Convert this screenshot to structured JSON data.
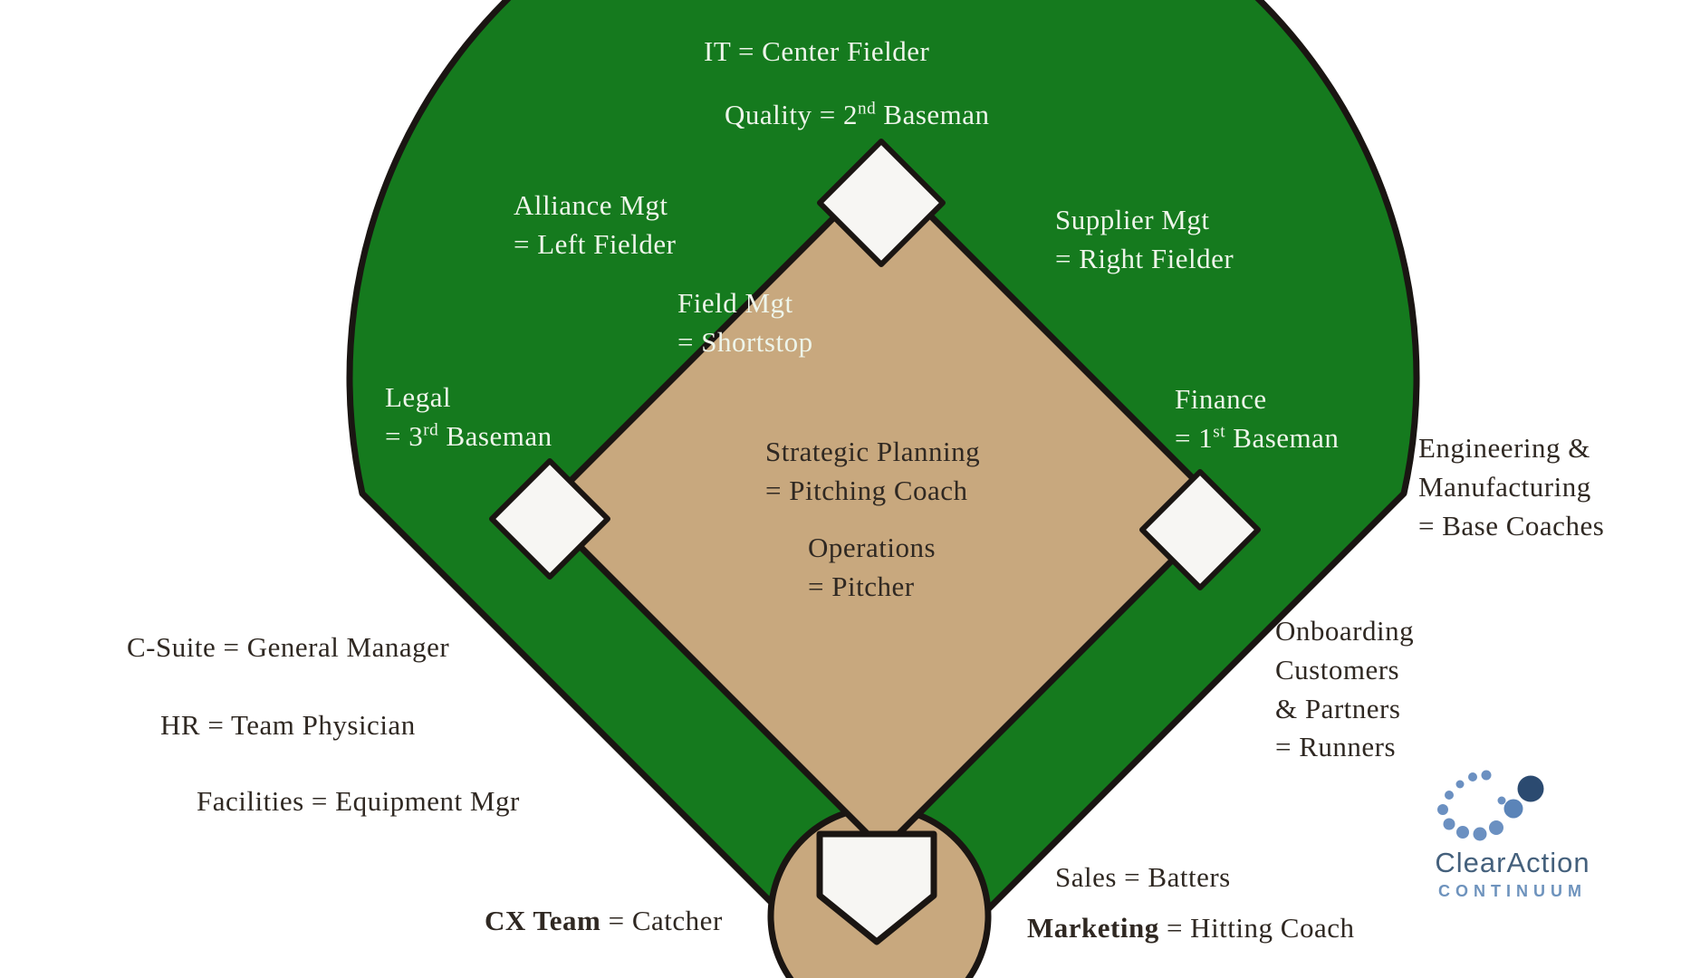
{
  "colors": {
    "grass": "#157a1e",
    "dirt": "#c8a87e",
    "base_white": "#f7f6f3",
    "outline": "#1a1512",
    "label_light": "#eef5ea",
    "label_dark": "#2f2822",
    "logo_navy": "#2b4a70",
    "logo_mid_blue": "#5b84b8",
    "logo_light_blue": "#6b90c1",
    "logo_wordmark_color": "#44607c",
    "logo_tagline_color": "#6e93bd"
  },
  "positions": {
    "center_fielder": {
      "text": "IT = Center Fielder"
    },
    "second_baseman": {
      "pre": "Quality = 2",
      "sup": "nd",
      "post": " Baseman"
    },
    "left_fielder": {
      "line1": "Alliance Mgt",
      "line2": "= Left Fielder"
    },
    "right_fielder": {
      "line1": "Supplier Mgt",
      "line2": "= Right Fielder"
    },
    "shortstop": {
      "line1": "Field Mgt",
      "line2": "= Shortstop"
    },
    "third_baseman": {
      "line1": "Legal",
      "pre": "= 3",
      "sup": "rd",
      "post": " Baseman"
    },
    "first_baseman": {
      "line1": "Finance",
      "pre": "= 1",
      "sup": "st",
      "post": " Baseman"
    },
    "pitching_coach": {
      "line1": "Strategic Planning",
      "line2": "= Pitching Coach"
    },
    "pitcher": {
      "line1": "Operations",
      "line2": "= Pitcher"
    },
    "base_coaches": {
      "line1": "Engineering &",
      "line2": "Manufacturing",
      "line3": "= Base Coaches"
    },
    "general_manager": {
      "text": "C-Suite = General Manager"
    },
    "team_physician": {
      "text": "HR = Team Physician"
    },
    "equipment_mgr": {
      "text": "Facilities = Equipment Mgr"
    },
    "catcher": {
      "bold": "CX Team",
      "rest": " = Catcher"
    },
    "runners": {
      "line1": "Onboarding",
      "line2": "Customers",
      "line3": "& Partners",
      "line4": "= Runners"
    },
    "batters": {
      "text": "Sales = Batters"
    },
    "hitting_coach": {
      "bold": "Marketing",
      "rest": " = Hitting Coach"
    }
  },
  "logo": {
    "wordmark": "ClearAction",
    "tagline": "CONTINUUM"
  }
}
